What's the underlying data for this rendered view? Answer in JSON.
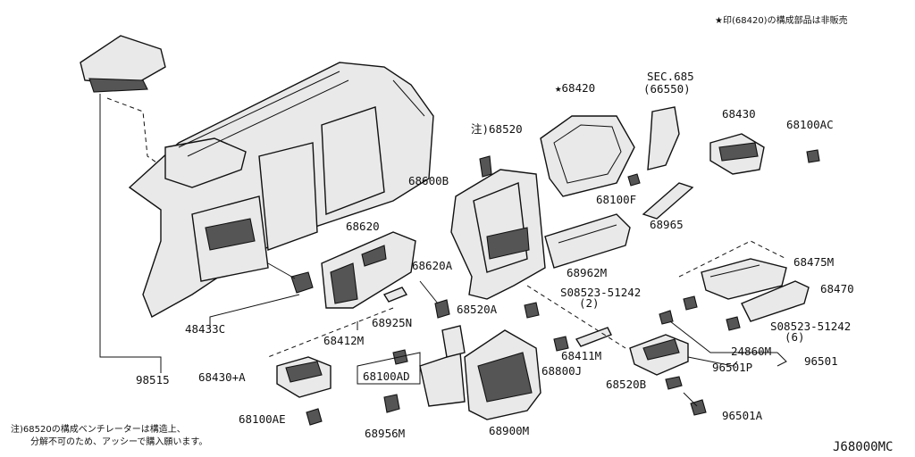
{
  "header_note": "★印(68420)の構成部品は非販売",
  "footer_note_line1": "注)68520の構成ベンチレーターは構造上、",
  "footer_note_line2": "分解不可のため、アッシーで購入願います。",
  "diagram_code": "J68000MC",
  "part_labels": {
    "p68420": "★68420",
    "sec685": "SEC.685",
    "sec685_sub": "(66550)",
    "p68430": "68430",
    "p68100AC": "68100AC",
    "p68520_note": "注)68520",
    "p68600B": "68600B",
    "p68100F": "68100F",
    "p68965": "68965",
    "p68620": "68620",
    "p68620A": "68620A",
    "p68962M": "68962M",
    "p68475M": "68475M",
    "p08523_2": "S08523-51242",
    "p08523_2_qty": "(2)",
    "p68470": "68470",
    "p68520A": "68520A",
    "p08523_6": "S08523-51242",
    "p08523_6_qty": "(6)",
    "p48433C": "48433C",
    "p68412M": "68412M",
    "p68925N": "68925N",
    "p68411M": "68411M",
    "p24860M": "24860M",
    "p96501P": "96501P",
    "p96501": "96501",
    "p98515": "98515",
    "p68430A": "68430+A",
    "p68100AD": "68100AD",
    "p68800J": "68800J",
    "p68520B": "68520B",
    "p68100AE": "68100AE",
    "p68956M": "68956M",
    "p68900M": "68900M",
    "p96501A": "96501A"
  }
}
